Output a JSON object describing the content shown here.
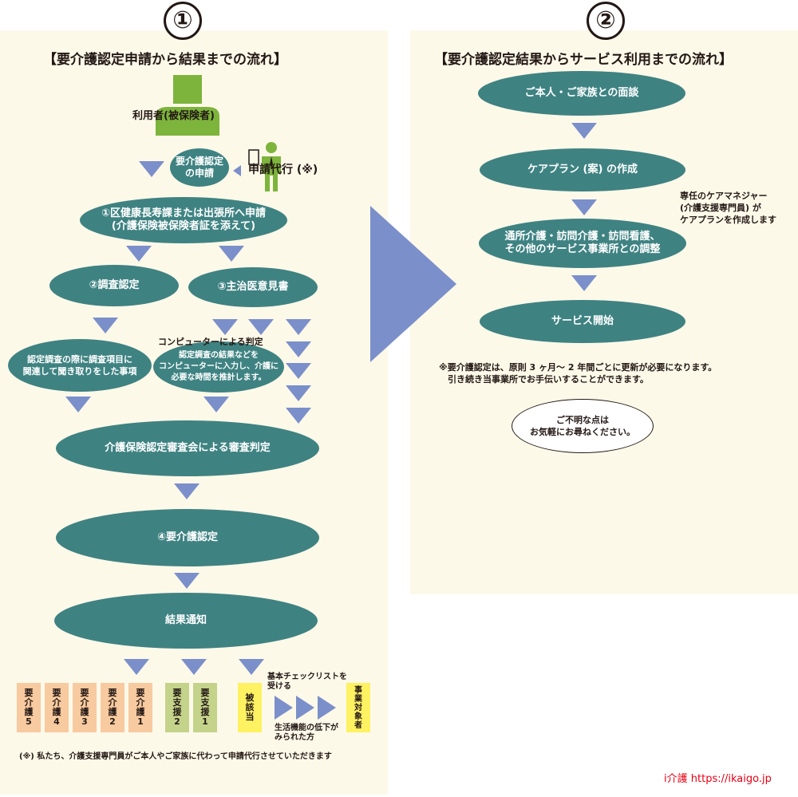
{
  "left": {
    "number": "①",
    "title": "【要介護認定申請から結果までの流れ】",
    "user_label": "利用者(被保険者)",
    "application_oval": "要介護認定\nの申請",
    "proxy_label": "申請代行 (※)",
    "step_apply": "①区健康長寿課または出張所へ申請\n(介護保険被保険者証を添えて)",
    "step_survey": "②調査認定",
    "step_doctor": "③主治医意見書",
    "survey_detail": "認定調査の際に調査項目に\n関連して聞き取りをした事項",
    "computer_title": "コンピューターによる判定",
    "computer_detail": "認定調査の結果などを\nコンピューターに入力し、介護に\n必要な時間を推計します。",
    "committee": "介護保険認定審査会による審査判定",
    "certification": "④要介護認定",
    "result": "結果通知",
    "care_levels": [
      "要\n介\n護\n5",
      "要\n介\n護\n4",
      "要\n介\n護\n3",
      "要\n介\n護\n2",
      "要\n介\n護\n1"
    ],
    "support_levels": [
      "要\n支\n援\n2",
      "要\n支\n援\n1"
    ],
    "applicable": "被\n該\n当",
    "checklist_top": "基本チェックリストを\n受ける",
    "checklist_bottom": "生活機能の低下が\nみられた方",
    "business_target": "事\n業\n対\n象\n者",
    "footnote": "(※) 私たち、介護支援専門員がご本人やご家族に代わって申請代行させていただきます"
  },
  "right": {
    "number": "②",
    "title": "【要介護認定結果からサービス利用までの流れ】",
    "step_interview": "ご本人・ご家族との面談",
    "step_plan": "ケアプラン (案) の作成",
    "plan_note": "専任のケアマネジャー\n(介護支援専門員) が\nケアプランを作成します",
    "step_coordination": "通所介護・訪問介護・訪問看護、\nその他のサービス事業所との調整",
    "step_start": "サービス開始",
    "renewal_note": "※要介護認定は、原則 3 ヶ月〜 2 年間ごとに更新が必要になります。\n　引き続き当事業所でお手伝いすることができます。",
    "contact": "ご不明な点は\nお気軽にお尋ねください。"
  },
  "credit": {
    "brand": "i介護",
    "url": "https://ikaigo.jp"
  },
  "colors": {
    "oval": "#3f8282",
    "arrow": "#7b8fca",
    "panel": "#fdf9e9",
    "person": "#7db43c",
    "care": "#f8ca9f",
    "support": "#c4d38a",
    "applicable": "#fef162",
    "credit": "#e60012"
  }
}
